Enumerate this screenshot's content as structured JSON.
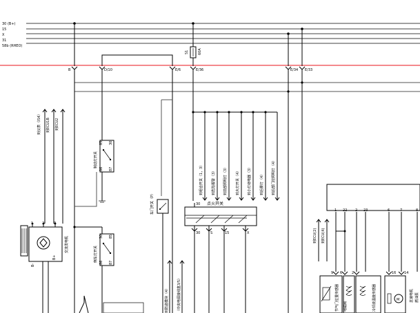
{
  "bus_lines": [
    "30 (B+)",
    "15",
    "X",
    "31",
    "58b (RHEO)"
  ],
  "terminals": {
    "b": "B",
    "d10": "D/10",
    "e6": "E/6",
    "e36": "E/36",
    "e34": "E/34",
    "e33": "E/33"
  },
  "fuse": {
    "id": "S1",
    "rating": "60A"
  },
  "left_signals": [
    "到仪表（IS4）",
    "到ECU1B",
    "到ECU2"
  ],
  "relay_top": {
    "label": "制动灯开关",
    "pins": [
      "85",
      "30",
      "86",
      "87"
    ]
  },
  "relay_bottom": {
    "label": "倒车灯开关",
    "pins": [
      "30",
      "85",
      "86",
      "87"
    ]
  },
  "generator": {
    "label": "交流发电机",
    "terms": [
      "1",
      "2",
      "3",
      "B+",
      "B-"
    ]
  },
  "switch_1": "车门开关（P）",
  "ignition": {
    "label": "点火开关",
    "terms": [
      "30",
      "S",
      "15",
      "X"
    ],
    "top_term": "30"
  },
  "outputs": [
    "到组合开关（1，3）",
    "到危险报警（3）",
    "到前部照明灯（3）",
    "到大灯开关（4）",
    "到小灯继电器（3）",
    "到后雾灯（4）",
    "到后部门控照明灯（4）"
  ],
  "bottom_outputs": [
    "到防盗模块（4）",
    "（中央电源接线盒3/5）"
  ],
  "ecu_side_signals": [
    "到ECU(2)",
    "到ECU(4)"
  ],
  "ecu_pins": [
    "1",
    "22",
    "2",
    "23",
    "6",
    "7",
    "8"
  ],
  "ecu_bottom_pins": [
    "9",
    "6",
    "2",
    "16",
    "14"
  ],
  "ecu_components": [
    "节气门位置传感器",
    "电磁阀",
    "冷却液温度传感器",
    "怠速电机",
    "燃油泵"
  ]
}
